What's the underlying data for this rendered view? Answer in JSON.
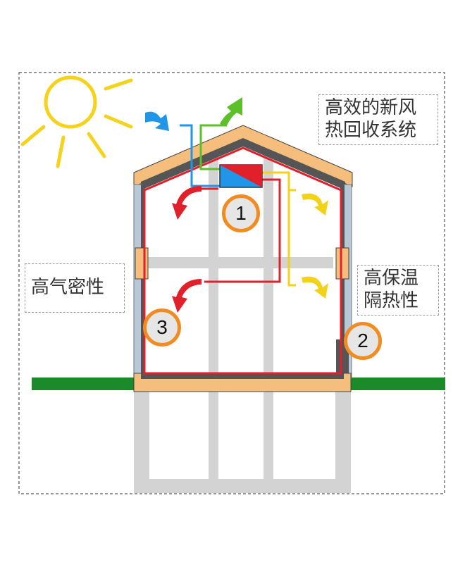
{
  "labels": {
    "hrv": "高效的新风\n热回收系统",
    "airtight": "高气密性",
    "insulation": "高保温\n隔热性"
  },
  "markers": [
    "1",
    "2",
    "3"
  ],
  "colors": {
    "insulation": "#f5be7d",
    "structure": "#555555",
    "airtight_layer": "#e0202a",
    "fresh_air": "#2196e8",
    "exhaust_air": "#5cc02a",
    "heat_source": "#f2d21b",
    "ground": "#1a8a2a",
    "frame": "#d3d3d3",
    "window": "#b8c8d8",
    "marker_ring": "#f08c21",
    "marker_fill": "#e6e6e6",
    "sun": "#f5d21c"
  },
  "icons": [
    "sun-icon",
    "fresh-air-in-arrow-icon",
    "exhaust-air-out-arrow-icon",
    "heat-recovery-unit-icon",
    "supply-air-arrow-icon",
    "warm-air-arrow-icon"
  ]
}
